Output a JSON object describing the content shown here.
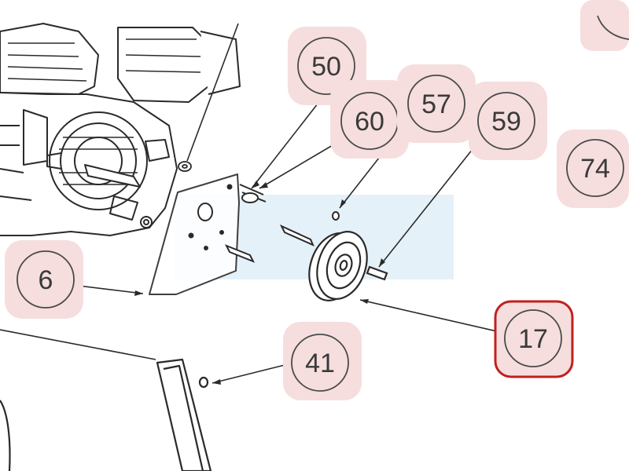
{
  "diagram": {
    "callouts": [
      {
        "id": "c50",
        "label": "50",
        "selected": false
      },
      {
        "id": "c60",
        "label": "60",
        "selected": false
      },
      {
        "id": "c57",
        "label": "57",
        "selected": false
      },
      {
        "id": "c59",
        "label": "59",
        "selected": false
      },
      {
        "id": "c74",
        "label": "74",
        "selected": false
      },
      {
        "id": "c6",
        "label": "6",
        "selected": false
      },
      {
        "id": "c17",
        "label": "17",
        "selected": true
      },
      {
        "id": "c41",
        "label": "41",
        "selected": false
      }
    ],
    "colors": {
      "callout_fill": "#f6dede",
      "callout_stroke": "#4a4a4a",
      "highlight": "#c0201f",
      "line": "#2a2a2a",
      "blue_tint": "#dcecf6"
    },
    "icons": [
      "engine-icon",
      "pulley-icon",
      "mounting-plate-icon",
      "bolt-icon",
      "pin-icon"
    ]
  }
}
